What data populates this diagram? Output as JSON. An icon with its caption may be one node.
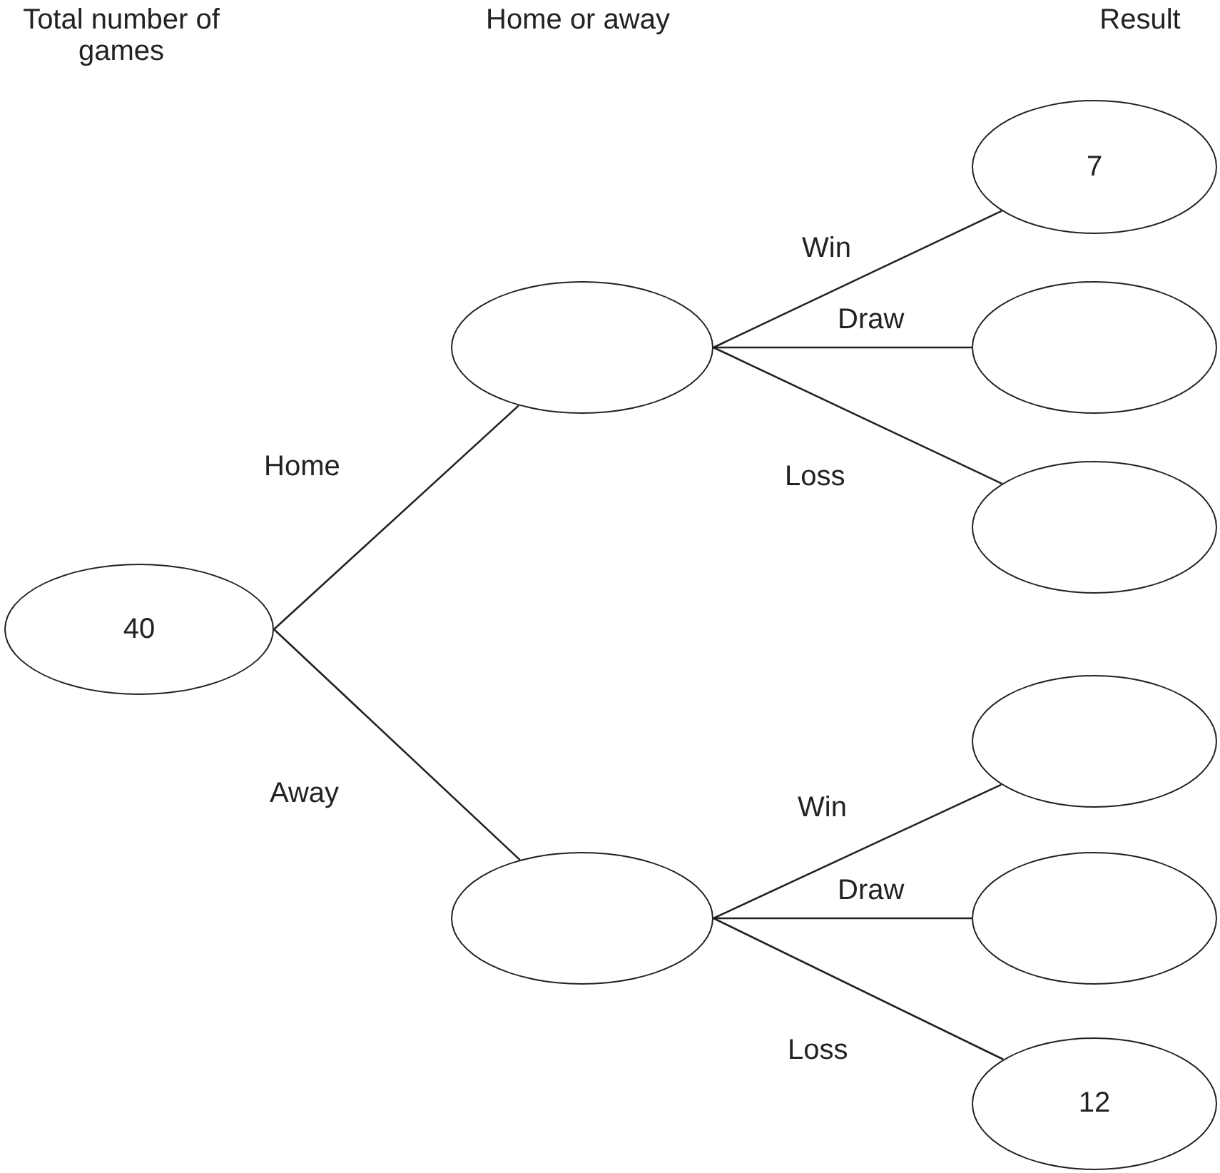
{
  "diagram": {
    "nodes": [
      {
        "text": [
          "40"
        ]
      },
      {
        "text": [],
        "shape": "ellipse"
      },
      {
        "text": [],
        "shape": "ellipse"
      },
      {
        "text": [
          "7"
        ]
      },
      {
        "text": [],
        "shape": "ellipse"
      },
      {
        "text": [],
        "shape": "ellipse"
      },
      {
        "text": [],
        "shape": "ellipse"
      },
      {
        "text": [],
        "shape": "ellipse"
      },
      {
        "text": [
          "12"
        ]
      }
    ],
    "edges": [
      {
        "from": 0,
        "to": 1,
        "arrow": "none",
        "label": "Home"
      },
      {
        "from": 0,
        "to": 2,
        "arrow": "none",
        "label": "Away"
      },
      {
        "from": 1,
        "to": 3,
        "arrow": "none",
        "label": "Win"
      },
      {
        "from": 1,
        "to": 4,
        "arrow": "none",
        "label": "Draw"
      },
      {
        "from": 1,
        "to": 5,
        "arrow": "none",
        "label": "Loss"
      },
      {
        "from": 2,
        "to": 6,
        "arrow": "none",
        "label": "Win"
      },
      {
        "from": 2,
        "to": 7,
        "arrow": "none",
        "label": "Draw"
      },
      {
        "from": 2,
        "to": 8,
        "arrow": "none",
        "label": "Loss"
      }
    ],
    "labels": [
      "Total number of games",
      "Home or away",
      "Result"
    ]
  }
}
